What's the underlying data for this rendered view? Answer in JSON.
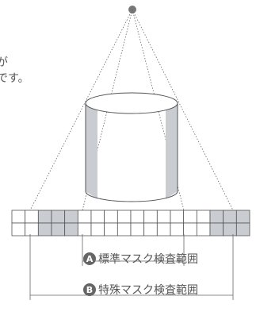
{
  "text_fragments": {
    "line1": "が",
    "line2": "です。"
  },
  "ranges": {
    "a": {
      "badge": "A",
      "label": "標準マスク検査範囲"
    },
    "b": {
      "badge": "B",
      "label": "特殊マスク検査範囲"
    }
  },
  "grid": {
    "columns": 18,
    "rows": 2,
    "shaded_columns": [
      2,
      3,
      4,
      15,
      16,
      17
    ]
  },
  "colors": {
    "shade": "#c9cdd2",
    "line": "#555555",
    "dot": "#777777"
  }
}
